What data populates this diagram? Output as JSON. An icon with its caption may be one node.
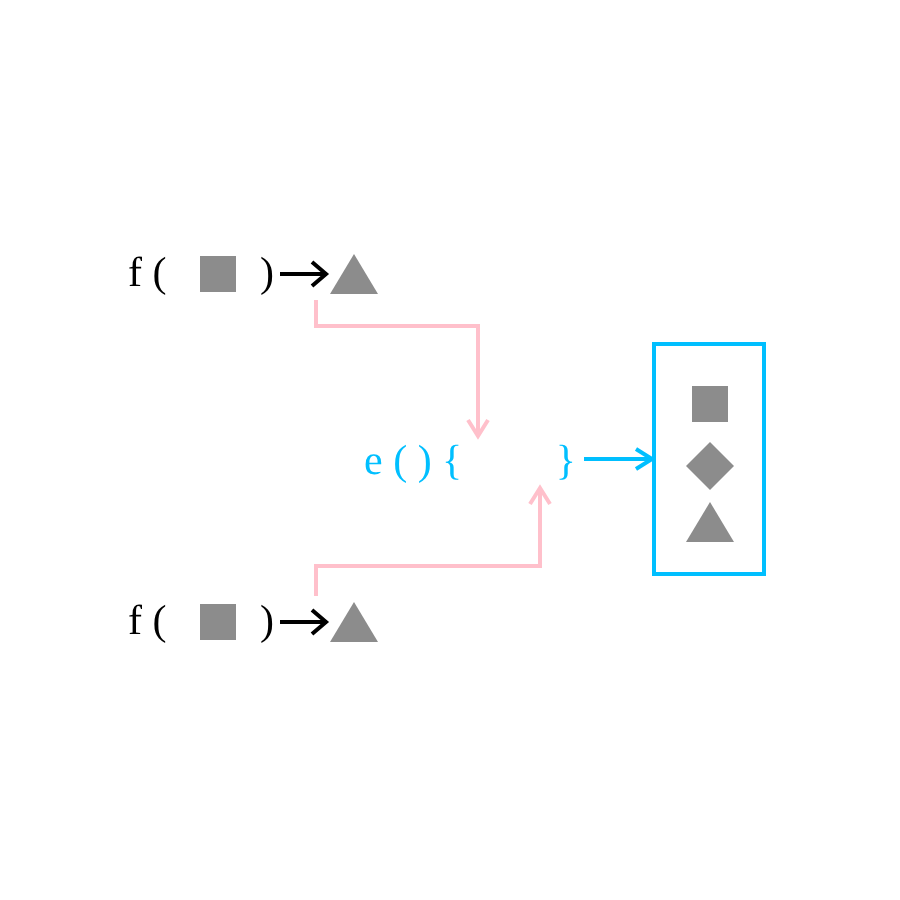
{
  "diagram": {
    "nodes": [
      {
        "text": [
          "f (",
          ")"
        ]
      },
      {
        "text": [
          "e ( ) {",
          "}"
        ]
      },
      {
        "text": [
          "f (",
          ")"
        ]
      },
      {
        "text": [],
        "shape": "box"
      }
    ],
    "edges": [
      {
        "from": 0,
        "to": 1,
        "arrow": "to"
      },
      {
        "from": 2,
        "to": 1,
        "arrow": "to"
      },
      {
        "from": 1,
        "to": 3,
        "arrow": "to",
        "color": "#00bfff"
      }
    ]
  }
}
